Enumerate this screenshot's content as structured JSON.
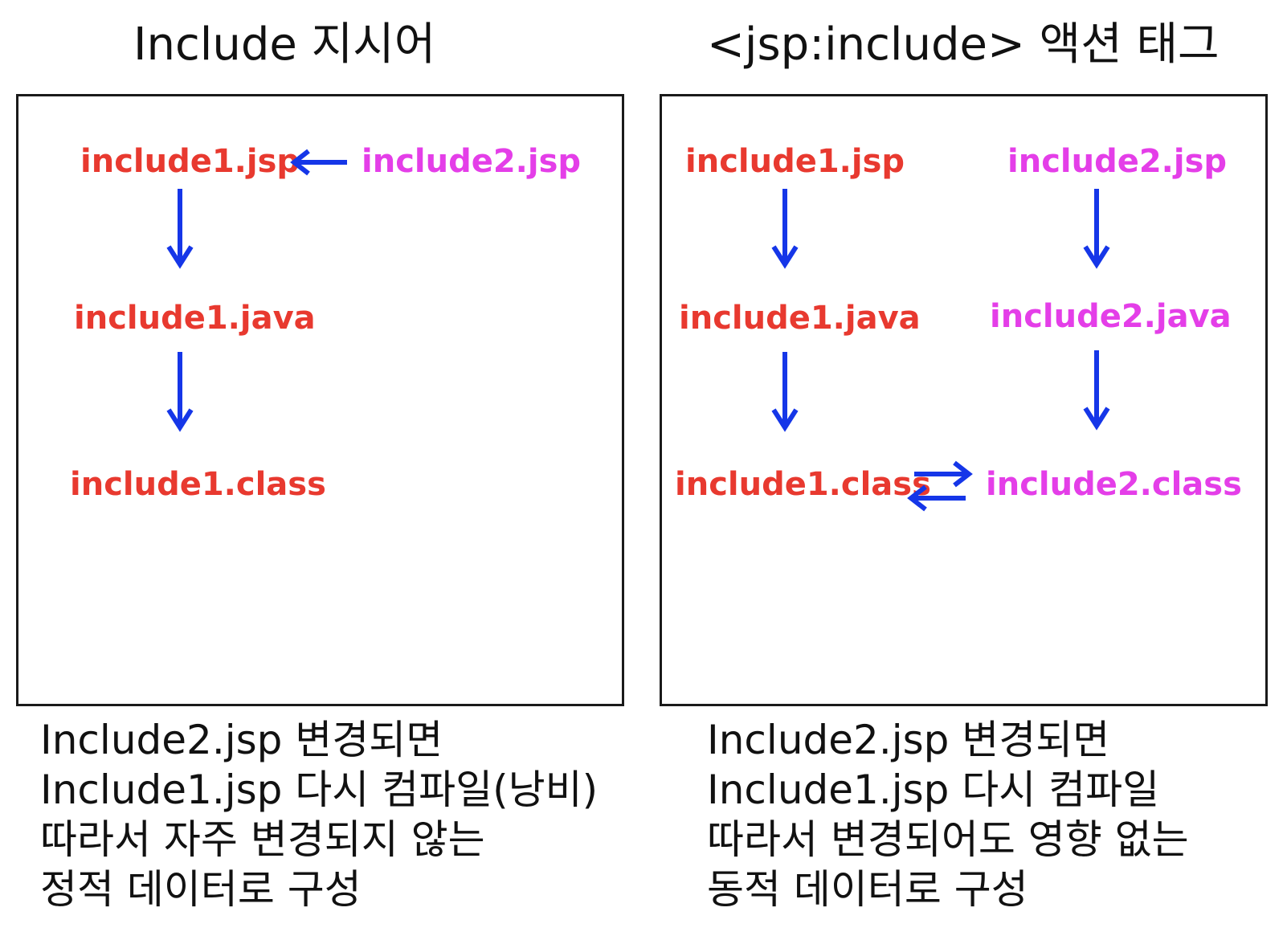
{
  "left": {
    "title": "Include 지시어",
    "nodes": {
      "jsp1": "include1.jsp",
      "jsp2": "include2.jsp",
      "java1": "include1.java",
      "class1": "include1.class"
    },
    "caption": [
      "Include2.jsp 변경되면",
      "Include1.jsp 다시 컴파일(낭비)",
      "따라서 자주 변경되지 않는",
      "정적 데이터로 구성"
    ]
  },
  "right": {
    "title": "<jsp:include> 액션 태그",
    "nodes": {
      "jsp1": "include1.jsp",
      "jsp2": "include2.jsp",
      "java1": "include1.java",
      "java2": "include2.java",
      "class1": "include1.class",
      "class2": "include2.class"
    },
    "caption": [
      "Include2.jsp 변경되면",
      "Include1.jsp 다시 컴파일",
      "따라서 변경되어도 영향 없는",
      "동적 데이터로 구성"
    ]
  },
  "colors": {
    "include1": "#e8392f",
    "include2": "#e43ee8",
    "arrow": "#1536e8",
    "border": "#1a1a1a"
  },
  "icons": {
    "arrow_down": "arrow-down-icon",
    "arrow_left": "arrow-left-icon",
    "arrow_exchange": "exchange-arrows-icon"
  }
}
